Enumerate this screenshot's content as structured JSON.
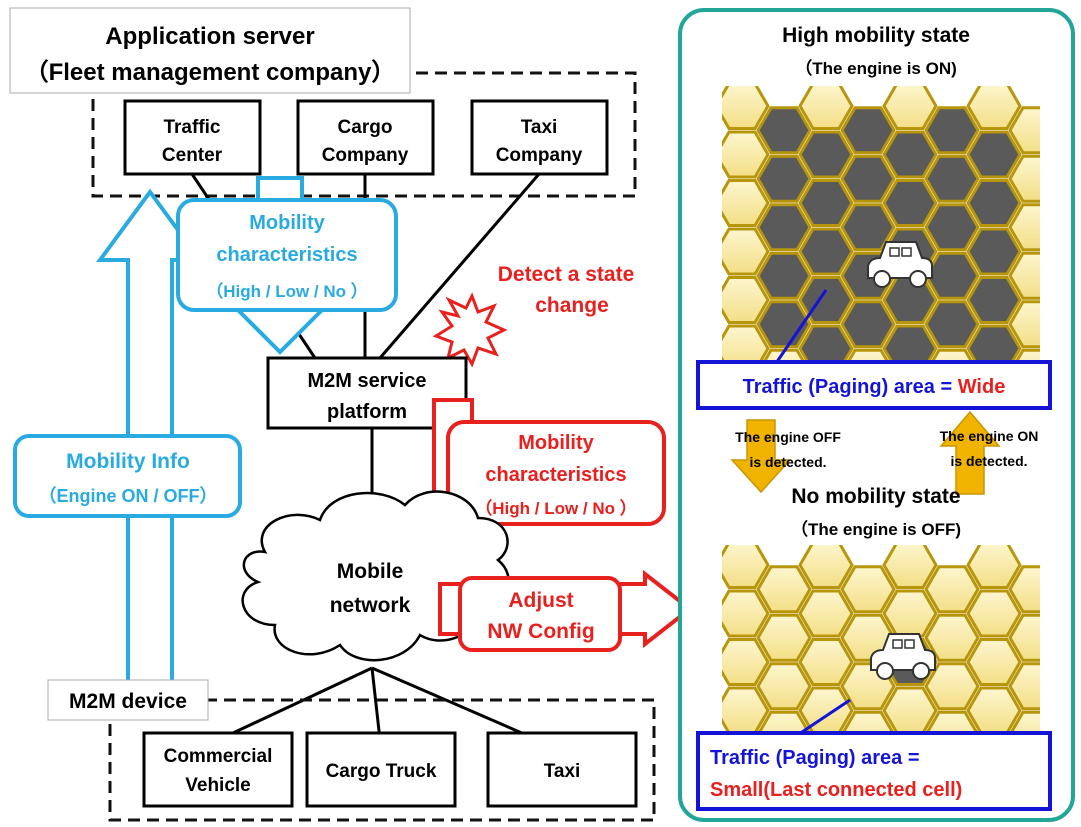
{
  "app_server": {
    "title": "Application server",
    "subtitle": "（Fleet management company）",
    "boxes": [
      {
        "line1": "Traffic",
        "line2": "Center"
      },
      {
        "line1": "Cargo",
        "line2": "Company"
      },
      {
        "line1": "Taxi",
        "line2": "Company"
      }
    ]
  },
  "mobility_up": {
    "line1": "Mobility",
    "line2": "characteristics",
    "line3": "（High / Low / No ）"
  },
  "mobility_info": {
    "line1": "Mobility Info",
    "line2": "（Engine ON / OFF）"
  },
  "detect": {
    "line1": "Detect a state",
    "line2": "change"
  },
  "platform": {
    "line1": "M2M service",
    "line2": "platform"
  },
  "mobility_down": {
    "line1": "Mobility",
    "line2": "characteristics",
    "line3": "（High / Low / No ）"
  },
  "network": {
    "line1": "Mobile",
    "line2": "network"
  },
  "adjust": {
    "line1": "Adjust",
    "line2": "NW Config"
  },
  "device_label": "M2M device",
  "devices": [
    {
      "line1": "Commercial",
      "line2": "Vehicle"
    },
    {
      "line1": "Cargo Truck",
      "line2": ""
    },
    {
      "line1": "Taxi",
      "line2": ""
    }
  ],
  "high_state": {
    "title": "High mobility state",
    "subtitle": "（The engine is ON)",
    "area_label": "Traffic (Paging) area = ",
    "area_value": "Wide"
  },
  "engine_off": {
    "line1": "The engine OFF",
    "line2": "is detected."
  },
  "engine_on": {
    "line1": "The engine ON",
    "line2": "is detected."
  },
  "no_state": {
    "title": "No mobility state",
    "subtitle": "（The engine is OFF)",
    "area_label": "Traffic (Paging) area =",
    "area_value": "Small(Last connected cell)"
  },
  "colors": {
    "cyan": "#29abe2",
    "red": "#e8201e",
    "blue": "#1414d8",
    "teal": "#22a698",
    "hex_fill": "#f7e9a4",
    "hex_stroke": "#b8960c",
    "hex_dark": "#5a5a5a"
  }
}
